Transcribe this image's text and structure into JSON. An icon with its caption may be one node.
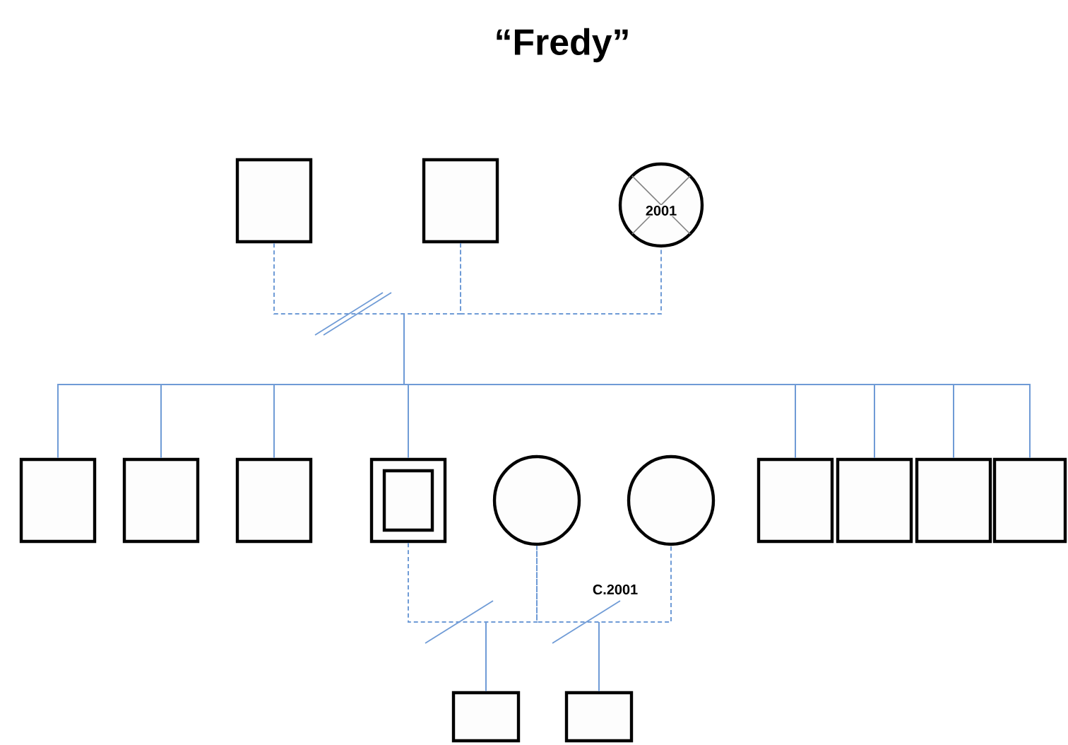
{
  "diagram": {
    "title": "“Fredy”",
    "nodes": [
      {
        "text": [],
        "shape": "box"
      },
      {
        "text": [],
        "shape": "box"
      },
      {
        "text": [
          "2001"
        ]
      },
      {
        "text": [],
        "shape": "box"
      },
      {
        "text": [],
        "shape": "box"
      },
      {
        "text": [],
        "shape": "box"
      },
      {
        "text": [],
        "shape": "box"
      },
      {
        "text": [],
        "shape": "circle"
      },
      {
        "text": [],
        "shape": "circle"
      },
      {
        "text": [],
        "shape": "box"
      },
      {
        "text": [],
        "shape": "box"
      },
      {
        "text": [],
        "shape": "box"
      },
      {
        "text": [],
        "shape": "box"
      },
      {
        "text": [],
        "shape": "box"
      },
      {
        "text": [],
        "shape": "box"
      }
    ],
    "edges": [
      {
        "from": 0,
        "to": 1,
        "arrow": "none",
        "style": "dashed"
      },
      {
        "from": 1,
        "to": 2,
        "arrow": "none",
        "style": "dashed"
      },
      {
        "from": null,
        "to": 3,
        "arrow": "none"
      },
      {
        "from": null,
        "to": 4,
        "arrow": "none"
      },
      {
        "from": null,
        "to": 5,
        "arrow": "none"
      },
      {
        "from": null,
        "to": 6,
        "arrow": "none"
      },
      {
        "from": null,
        "to": 9,
        "arrow": "none"
      },
      {
        "from": null,
        "to": 10,
        "arrow": "none"
      },
      {
        "from": null,
        "to": 11,
        "arrow": "none"
      },
      {
        "from": null,
        "to": 12,
        "arrow": "none"
      },
      {
        "from": 6,
        "to": 7,
        "arrow": "none",
        "style": "dashed"
      },
      {
        "from": 7,
        "to": 8,
        "arrow": "none",
        "style": "dashed",
        "label": "C.2001"
      },
      {
        "from": null,
        "to": 13,
        "arrow": "none"
      },
      {
        "from": null,
        "to": 14,
        "arrow": "none"
      }
    ]
  }
}
